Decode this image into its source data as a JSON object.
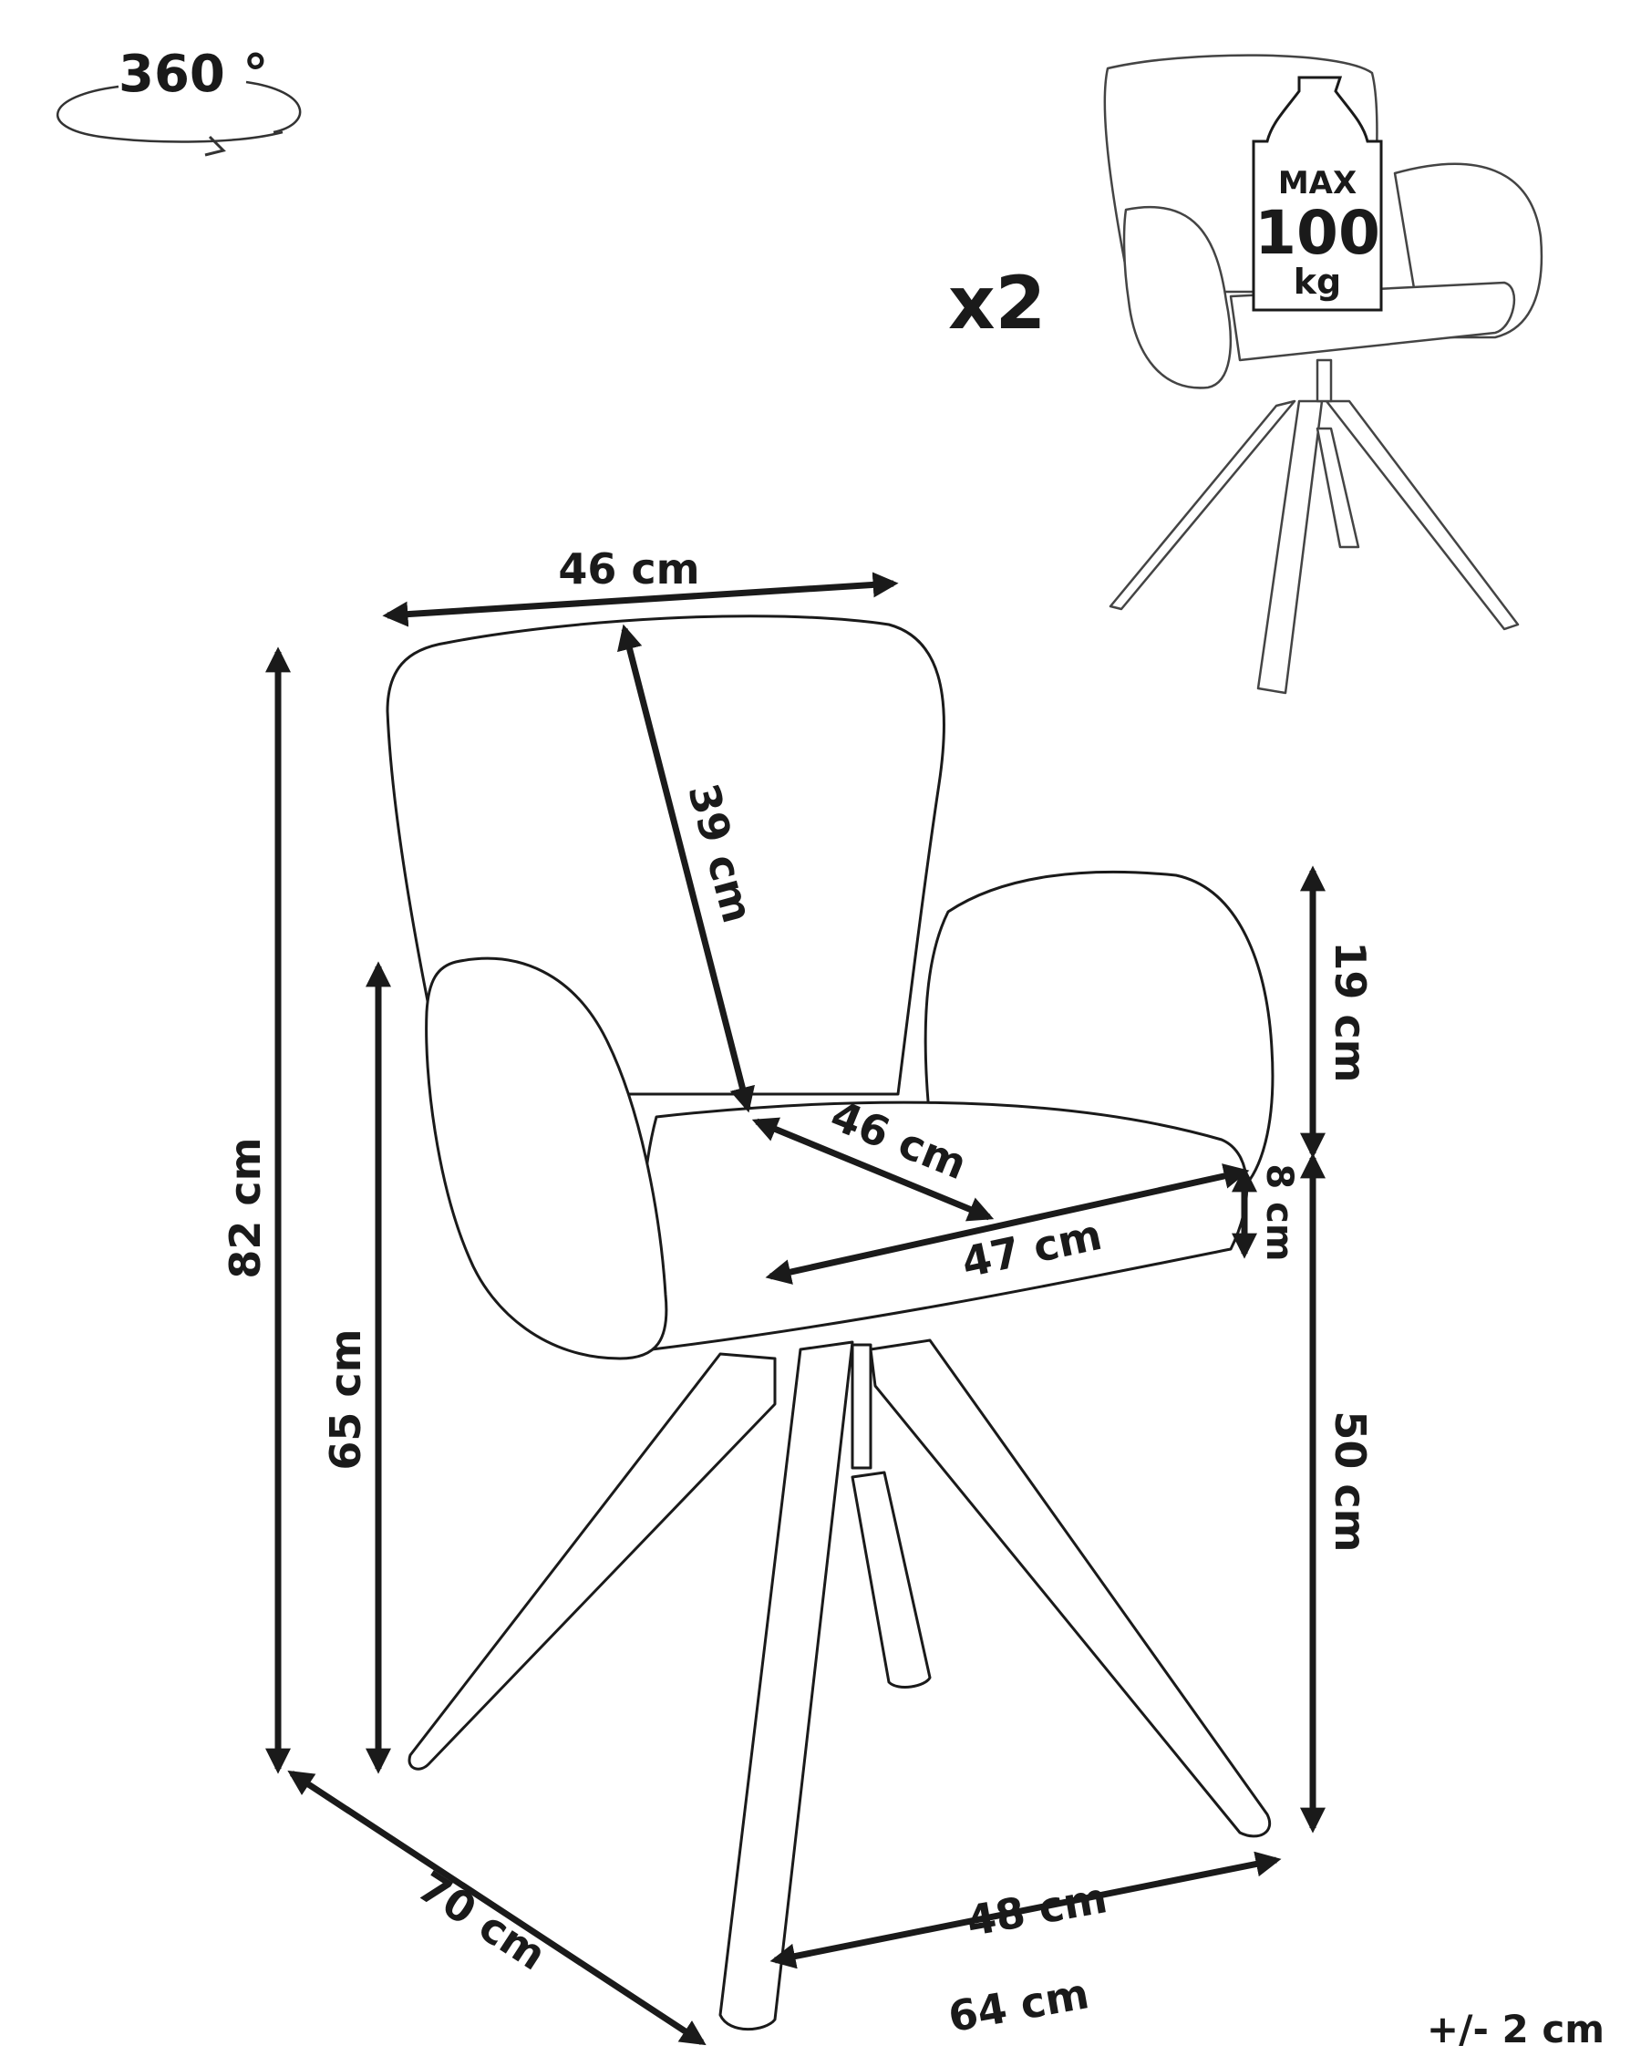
{
  "rotation": {
    "label": "360 °"
  },
  "quantity": {
    "label": "x2"
  },
  "weight_badge": {
    "line1": "MAX",
    "line2": "100",
    "line3": "kg"
  },
  "tolerance": "+/- 2 cm",
  "dimensions": {
    "back_width": "46 cm",
    "back_height": "39 cm",
    "total_height": "82 cm",
    "armrest_height": "65 cm",
    "armrest_above_seat": "19 cm",
    "seat_depth": "46 cm",
    "seat_width": "47 cm",
    "seat_thickness": "8 cm",
    "seat_height": "50 cm",
    "depth": "70 cm",
    "base_width": "48 cm",
    "total_width": "64 cm"
  }
}
